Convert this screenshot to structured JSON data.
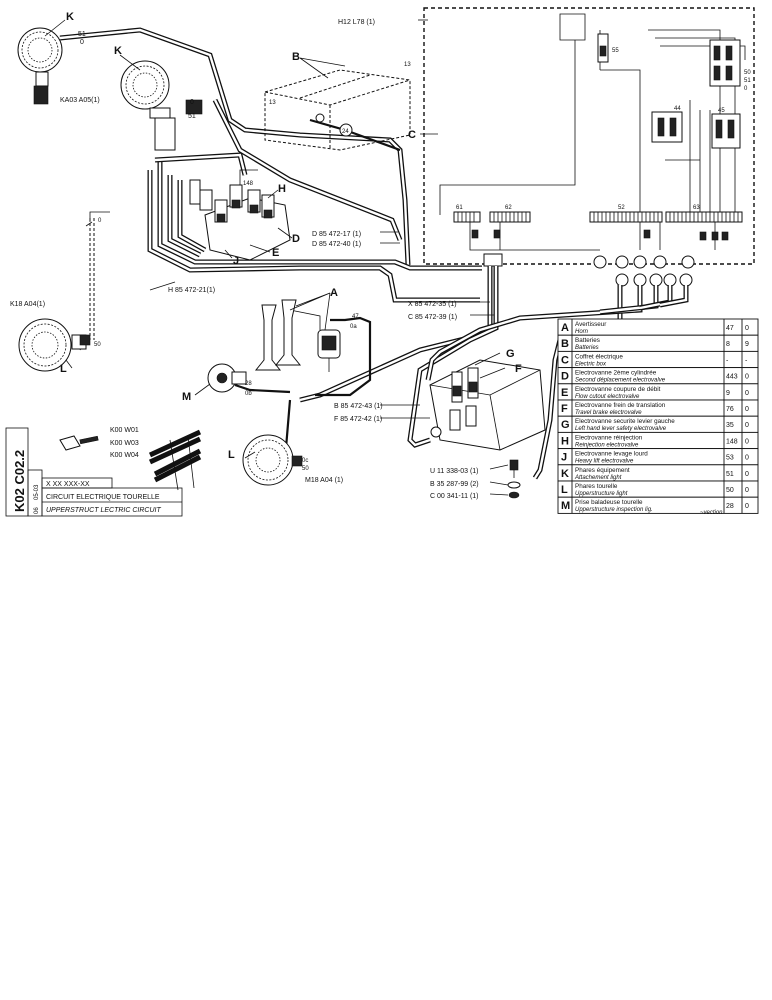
{
  "sheet": {
    "code": "K02 C02.2",
    "side_codes": [
      "05-03",
      "06"
    ],
    "ref_box": "X XX XXX-XX",
    "title_fr": "CIRCUIT ELECTRIQUE TOURELLE",
    "title_en": "UPPERSTRUCT   LECTRIC CIRCUIT",
    "corner_note": "~vection"
  },
  "labels": {
    "k_top": "K",
    "k_second": "K",
    "b": "B",
    "c": "C",
    "h": "H",
    "d": "D",
    "e": "E",
    "a": "A",
    "g": "G",
    "f": "F",
    "m": "M",
    "l_left": "L",
    "l_bottom": "L",
    "j": "J"
  },
  "callouts": {
    "h12": "H12 L78 (1)",
    "ka03": "KA03 A05(1)",
    "d1": "D 85 472-17 (1)",
    "d2": "D 85 472-40 (1)",
    "h_harness": "H 85 472-21(1)",
    "k18": "K18 A04(1)",
    "x": "X 85 472-35 (1)",
    "c2": "C 85 472-39 (1)",
    "b2": "B 85 472-43 (1)",
    "f2": "F 85 472-42 (1)",
    "m18": "M18 A04 (1)",
    "u11": "U 11 338-03 (1)",
    "b35": "B 35 287-99 (2)",
    "c00": "C 00 341-11 (1)",
    "k00w01": "K00 W01",
    "k00w03": "K00 W03",
    "k00w04": "K00 W04"
  },
  "terminals": {
    "t51": "51",
    "t0": "0",
    "t0b": "0",
    "t51b": "51",
    "t50": "50",
    "t0c": "0",
    "t47": "47",
    "t0d": "0a",
    "t28": "28",
    "t0e": "0b",
    "t0f": "0c",
    "t50b": "50",
    "t148": "148",
    "t61": "61",
    "t62": "62",
    "t52": "52",
    "t63": "63",
    "t55": "55",
    "t44": "44",
    "t45": "45",
    "t50r": "50",
    "t51r": "51",
    "t0r": "0"
  },
  "legend": [
    {
      "letter": "A",
      "fr": "Avertisseur",
      "en": "Horn",
      "num": "47",
      "zero": "0"
    },
    {
      "letter": "B",
      "fr": "Batteries",
      "en": "Batteries",
      "num": "8",
      "zero": "9"
    },
    {
      "letter": "C",
      "fr": "Coffret électrique",
      "en": "Electric box",
      "num": "-",
      "zero": "-"
    },
    {
      "letter": "D",
      "fr": "Electrovanne 2ème cylindrée",
      "en": "Second déplacement electrovalve",
      "num": "443",
      "zero": "0"
    },
    {
      "letter": "E",
      "fr": "Electrovanne coupure de débit",
      "en": "Flow cutout electrovalve",
      "num": "9",
      "zero": "0"
    },
    {
      "letter": "F",
      "fr": "Electrovanne frein de translation",
      "en": "Travel brake electrovalve",
      "num": "76",
      "zero": "0"
    },
    {
      "letter": "G",
      "fr": "Electrovanne securite levier gauche",
      "en": "Left hand lever safety electrovalve",
      "num": "35",
      "zero": "0"
    },
    {
      "letter": "H",
      "fr": "Electrovanne réinjection",
      "en": "Reinjection electrovalve",
      "num": "148",
      "zero": "0"
    },
    {
      "letter": "J",
      "fr": "Electrovanne levage lourd",
      "en": "Heavy lift electrovalve",
      "num": "53",
      "zero": "0"
    },
    {
      "letter": "K",
      "fr": "Phares équipement",
      "en": "Attachement light",
      "num": "51",
      "zero": "0"
    },
    {
      "letter": "L",
      "fr": "Phares tourelle",
      "en": "Upperstructure light",
      "num": "50",
      "zero": "0"
    },
    {
      "letter": "M",
      "fr": "Prise baladeuse tourelle",
      "en": "Upperstructure inspection lig.",
      "num": "28",
      "zero": "0"
    }
  ]
}
